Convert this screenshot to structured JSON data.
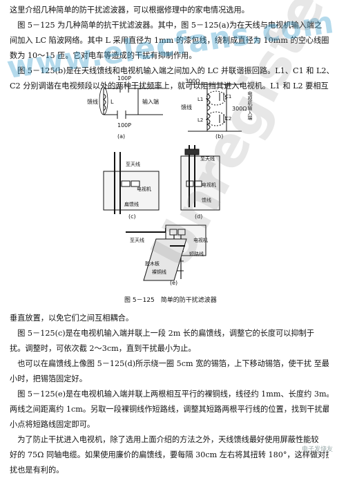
{
  "para1": {
    "lines": [
      "这里介绍几种简单的防干扰滤波器，可以根据修理中的家电情况选用。",
      "　图 5－125 为几种简单的抗干扰滤波器。其中，图 5－125(a)为在天线与电视机输入端之",
      "间加入 LC 陷波网络。其中 L 采用直径为 1mm 的漆包线，绕制成直径为 10mm 的空心线圈，匝",
      "数为 10～15 匝。它对电车等造成的干扰有抑制作用。",
      "　图 5－125(b)是在天线馈线和电视机输入端之间加入的 LC 并联谐振回路。L1、C1 和 L2、",
      "C2 分别调谐在电视频段以外的两种干扰频率上，就可以阻挡其进入电视机。L1 和 L2 要相互"
    ]
  },
  "figure": {
    "a": {
      "label_feeder": "馈线",
      "label_cap1": "100P",
      "label_cap2": "100P",
      "label_L": "L",
      "label_input": "输入端",
      "caption": "(a)"
    },
    "b": {
      "label_300a": "300Ω",
      "label_300b": "300Ω",
      "label_feeder": "馈线",
      "label_C1": "C1",
      "label_C2": "C2",
      "label_L1": "L1",
      "label_L2": "L2",
      "label_tv": "电视机输入端",
      "caption": "(b)"
    },
    "c": {
      "label_ant": "至天线",
      "label_tv": "电视机",
      "label_feeder": "扁馈线",
      "caption": "(c)"
    },
    "d": {
      "label_ant": "至天线",
      "label_tv": "电视机",
      "label_feeder": "馈线",
      "caption": "(d)"
    },
    "e": {
      "label_ant": "至天线",
      "label_tv": "电视机",
      "label_short": "短路线",
      "label_rubber": "胶木板",
      "label_wire": "裸铜线",
      "caption": "(e)"
    },
    "title": "图 5－125　简单的防干扰滤波器"
  },
  "para2": {
    "lines": [
      "垂直放置，以免它们之间互相耦合。",
      "　图 5－125(c)是在电视机输入端并联上一段 2m 长的扁馈线，调整它的长度可以抑制于",
      "扰。调整时，可依次截 2～3cm，直到干扰最小为止。",
      "　也可以在扁馈线上像图 5－125(d)所示绕一圈 5cm 宽的锡箔，上下移动锡箔，使干扰 至最",
      "小时，把锡箔固定好。",
      "　图 5－125(e)是在电视机输入端并联上两根相互平行的裸铜线，线径约 1mm、长度约 3m。",
      "两线之间距离约 1cm。另取一段裸铜线作短路线，调整其短路两根平行线的位置，找到干扰最",
      "小点将短路线固定即可。",
      "　为了防止干扰进入电视机，除了选用上面介绍的方法之外，天线馈线最好使用屏蔽性能较",
      "好的 75Ω 同轴电缆。如果使用廉价的扁馈线，要每隔 30cm 左右将其扭转 180°，这样做对抗干",
      "扰也是有利的。"
    ]
  },
  "watermark": {
    "site": "www.elecfans.com",
    "reg": "Unregistered"
  },
  "logo": {
    "text": "电子发烧友"
  }
}
